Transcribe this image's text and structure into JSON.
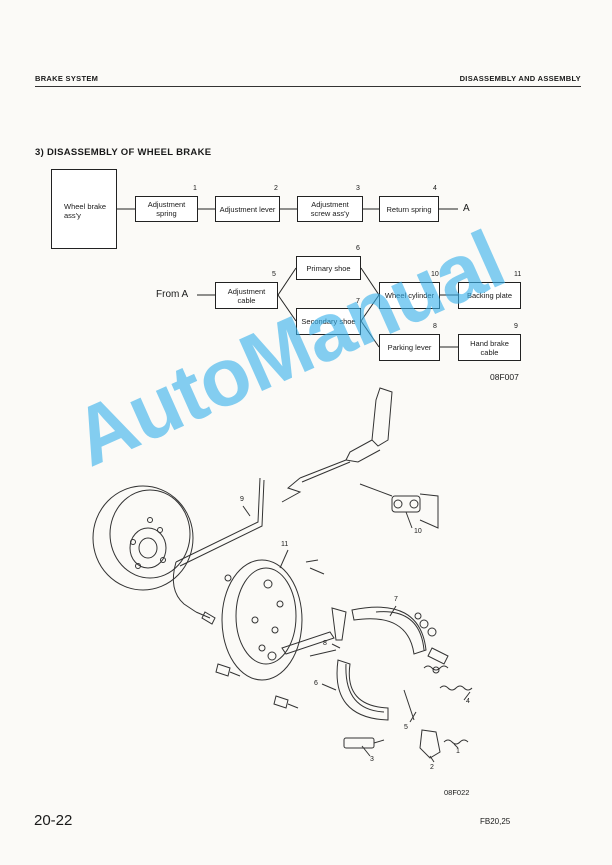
{
  "header": {
    "left": "BRAKE SYSTEM",
    "right": "DISASSEMBLY AND ASSEMBLY"
  },
  "section": {
    "title": "3) DISASSEMBLY OF WHEEL BRAKE"
  },
  "flowchart": {
    "start": "Wheel brake ass'y",
    "row1": [
      {
        "num": "1",
        "label": "Adjustment spring"
      },
      {
        "num": "2",
        "label": "Adjustment lever"
      },
      {
        "num": "3",
        "label": "Adjustment screw ass'y"
      },
      {
        "num": "4",
        "label": "Return spring"
      }
    ],
    "to_a": "A",
    "from_a": "From A",
    "adj_cable": {
      "num": "5",
      "label": "Adjustment cable"
    },
    "primary_shoe": {
      "num": "6",
      "label": "Primary shoe"
    },
    "secondary_shoe": {
      "num": "7",
      "label": "Secondary shoe"
    },
    "wheel_cylinder": {
      "num": "10",
      "label": "Wheel cylinder"
    },
    "backing_plate": {
      "num": "11",
      "label": "Backing plate"
    },
    "parking_lever": {
      "num": "8",
      "label": "Parking lever"
    },
    "hand_brake_cable": {
      "num": "9",
      "label": "Hand brake cable"
    },
    "fig_code": "08F007"
  },
  "illustration": {
    "fig_code": "08F022",
    "callouts": [
      "9",
      "10",
      "11",
      "7",
      "8",
      "6",
      "4",
      "5",
      "3",
      "2",
      "1"
    ]
  },
  "watermark": "AutoManual",
  "footer": {
    "page": "20-22",
    "model": "FB20,25"
  }
}
